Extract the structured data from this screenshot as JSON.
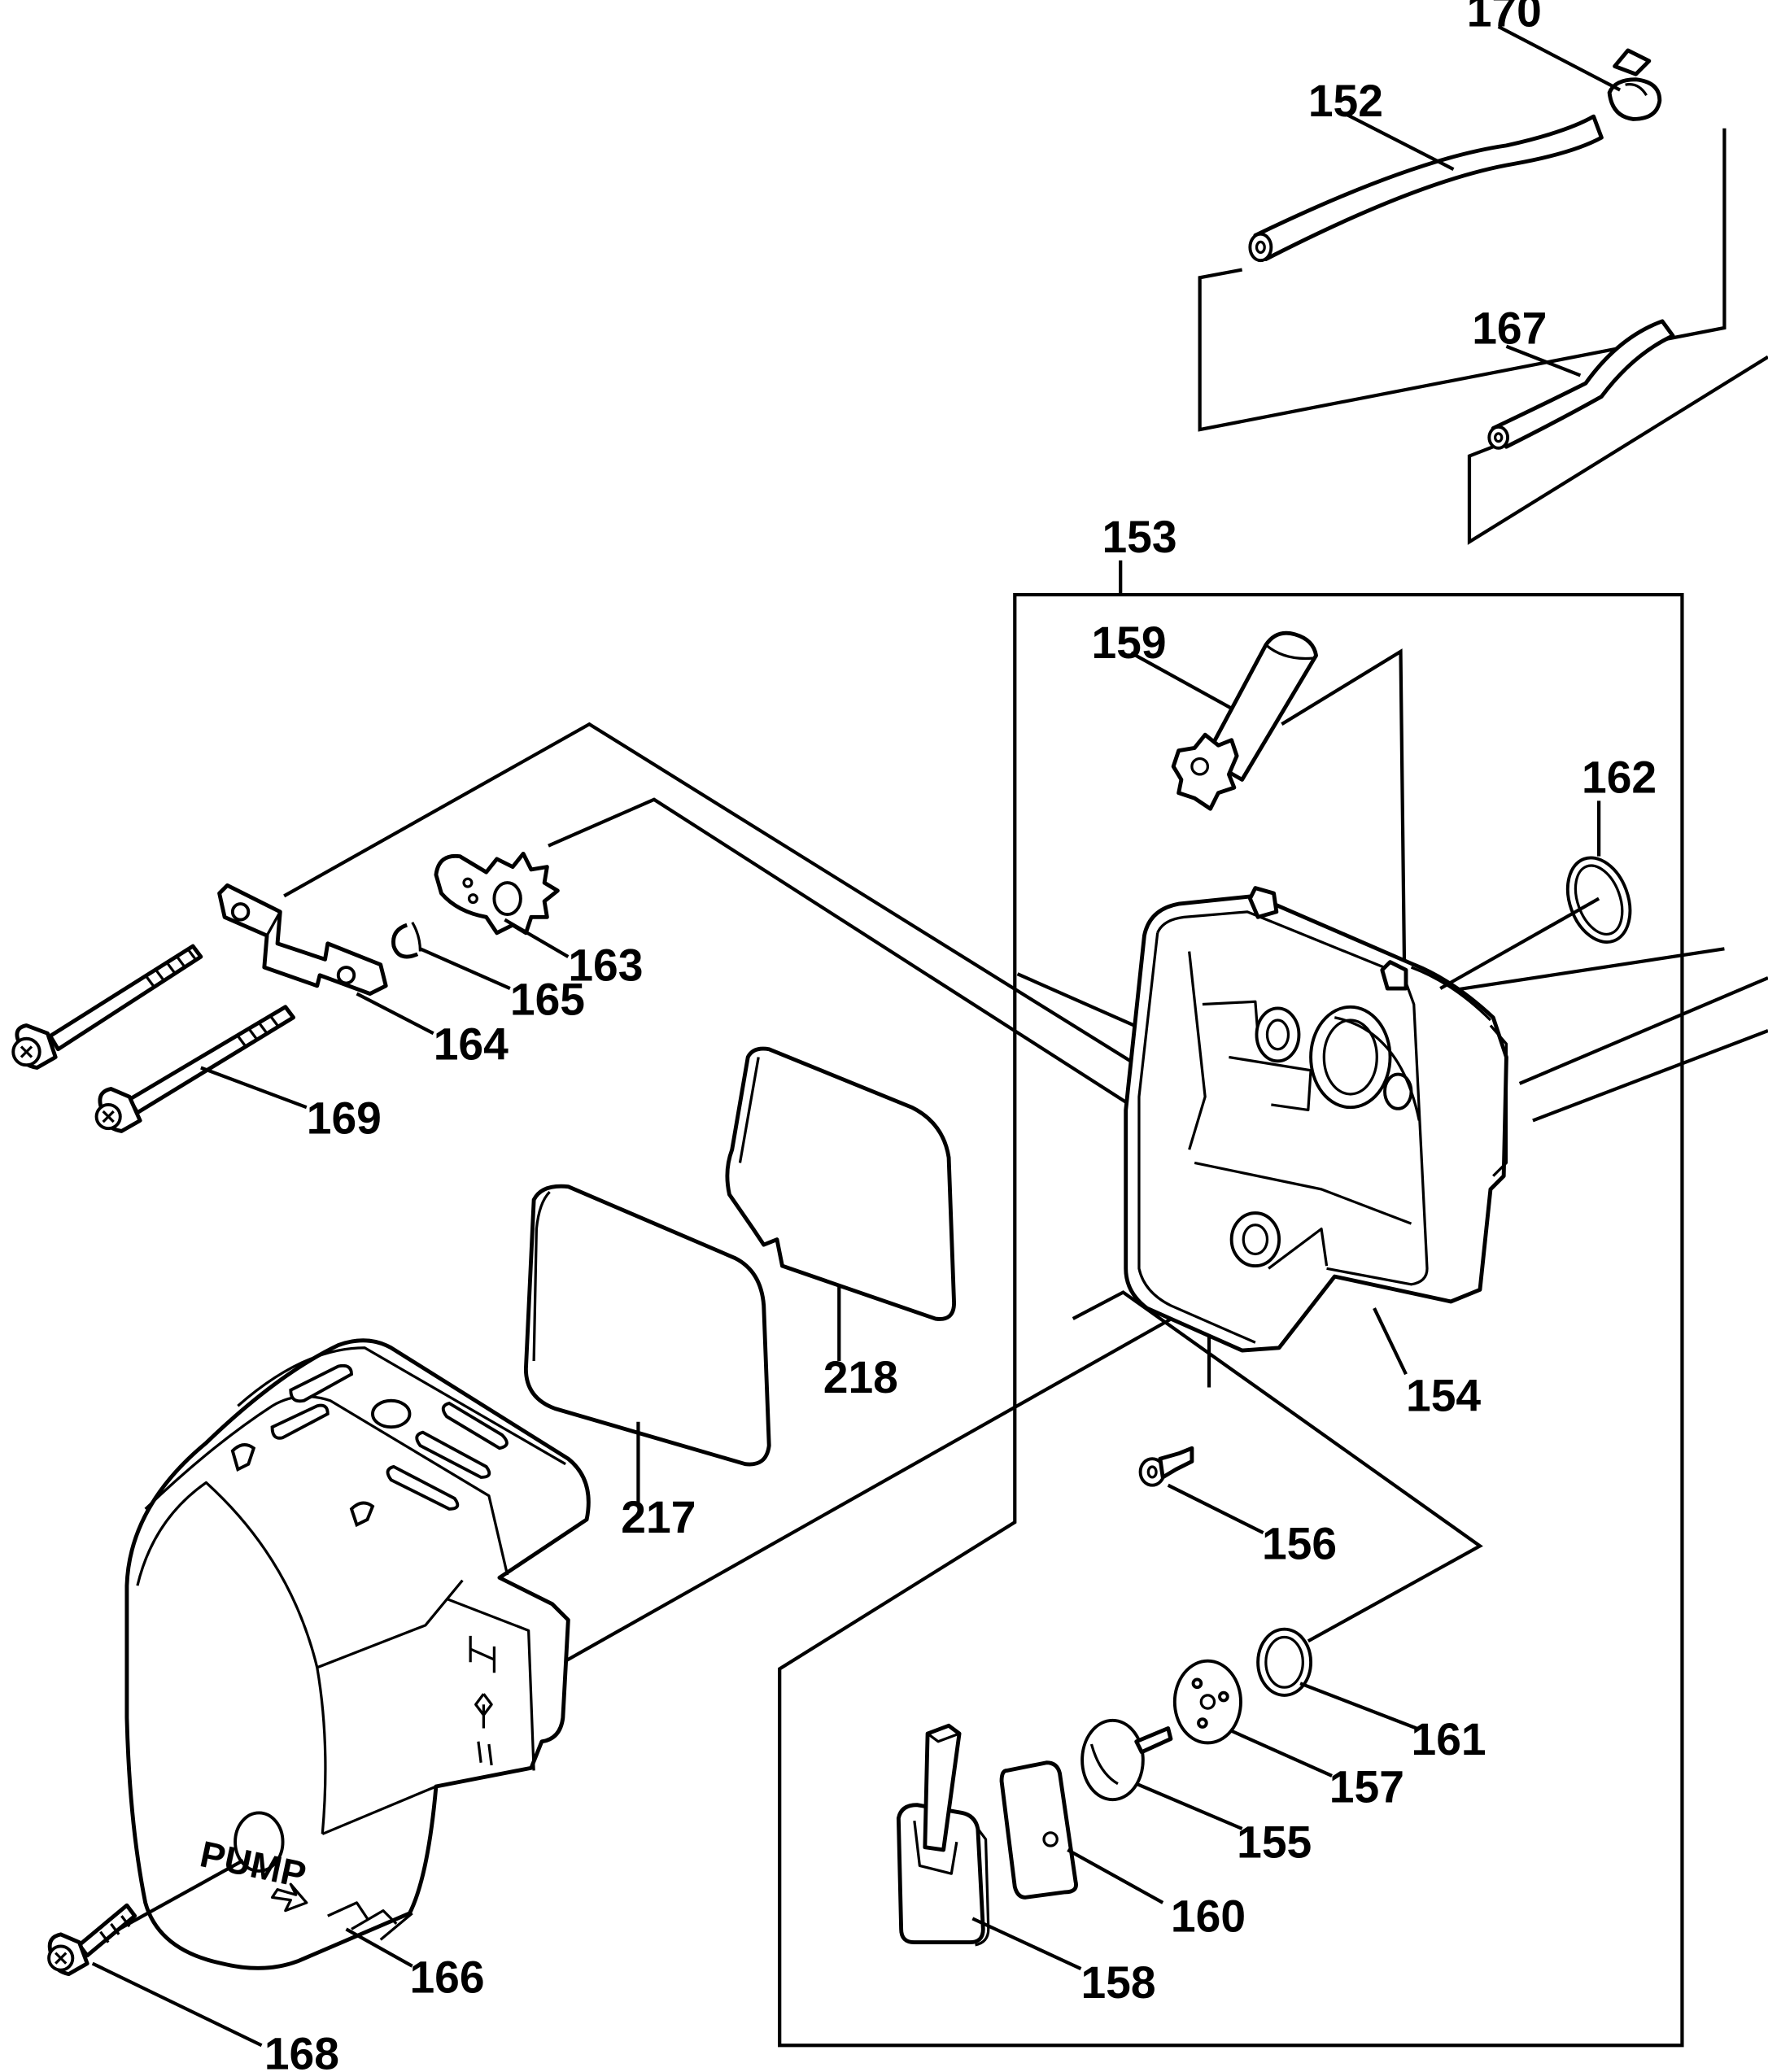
{
  "labels": {
    "p152": "152",
    "p153": "153",
    "p154": "154",
    "p155": "155",
    "p156": "156",
    "p157": "157",
    "p158": "158",
    "p159": "159",
    "p160": "160",
    "p161": "161",
    "p162": "162",
    "p163": "163",
    "p164": "164",
    "p165": "165",
    "p166": "166",
    "p167": "167",
    "p168": "168",
    "p169": "169",
    "p170": "170",
    "p217": "217",
    "p218": "218"
  },
  "cover_text": {
    "pump": "PUMP"
  },
  "colors": {
    "line": "#000000",
    "background": "#ffffff"
  }
}
